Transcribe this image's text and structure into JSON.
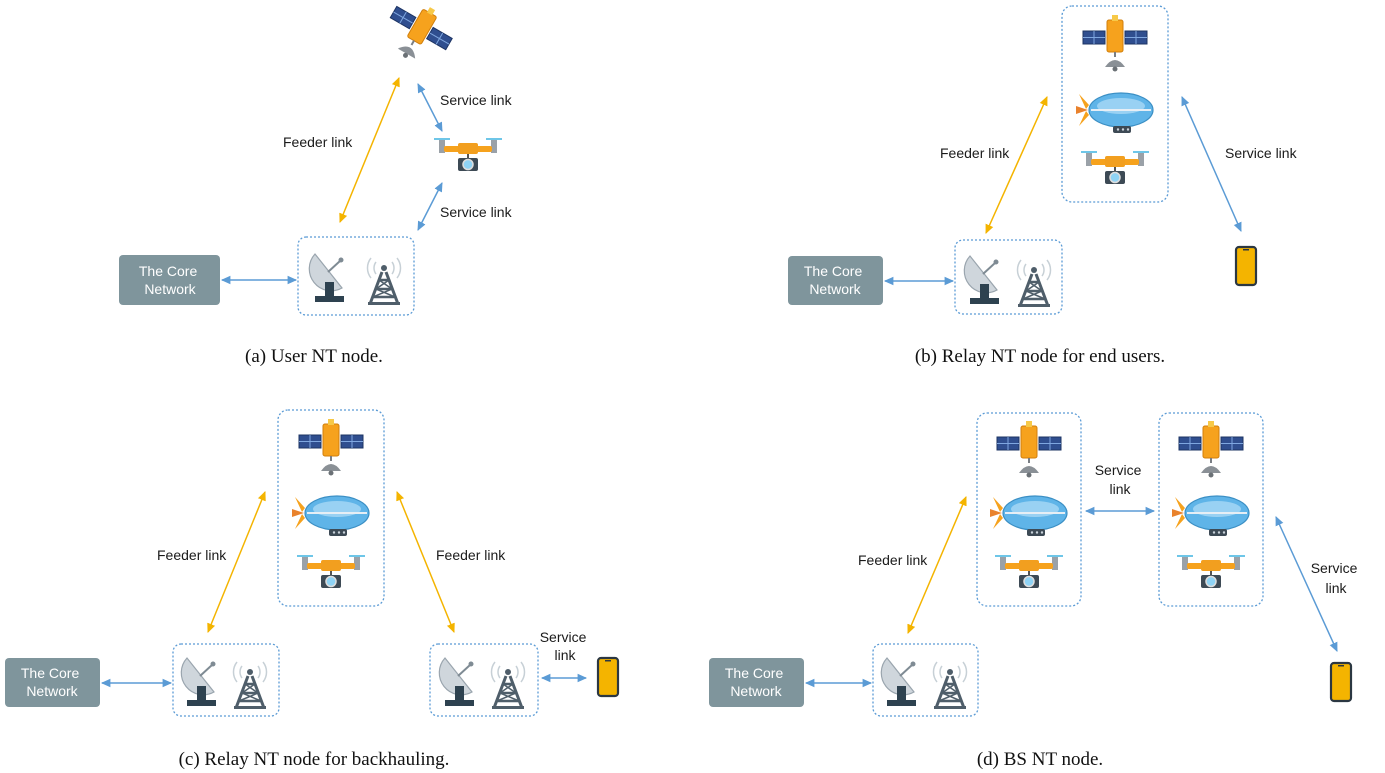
{
  "colors": {
    "feeder_arrow": "#f4b400",
    "service_arrow": "#5b9bd5",
    "core_box": "#7f959c",
    "dotted_border": "#5b9bd5",
    "phone_body": "#f4b400"
  },
  "panel_a": {
    "core": [
      "The Core",
      "Network"
    ],
    "feeder_link": "Feeder link",
    "service_link_top": "Service link",
    "service_link_bottom": "Service link",
    "caption": "(a) User NT node."
  },
  "panel_b": {
    "core": [
      "The Core",
      "Network"
    ],
    "feeder_link": "Feeder link",
    "service_link": "Service link",
    "caption": "(b) Relay NT node for end users."
  },
  "panel_c": {
    "core": [
      "The Core",
      "Network"
    ],
    "feeder_link_left": "Feeder link",
    "feeder_link_right": "Feeder link",
    "service_link": [
      "Service",
      "link"
    ],
    "caption": "(c) Relay NT node for backhauling."
  },
  "panel_d": {
    "core": [
      "The Core",
      "Network"
    ],
    "feeder_link": "Feeder link",
    "service_link_middle": [
      "Service",
      "link"
    ],
    "service_link_right": [
      "Service",
      "link"
    ],
    "caption": "(d) BS NT node."
  }
}
